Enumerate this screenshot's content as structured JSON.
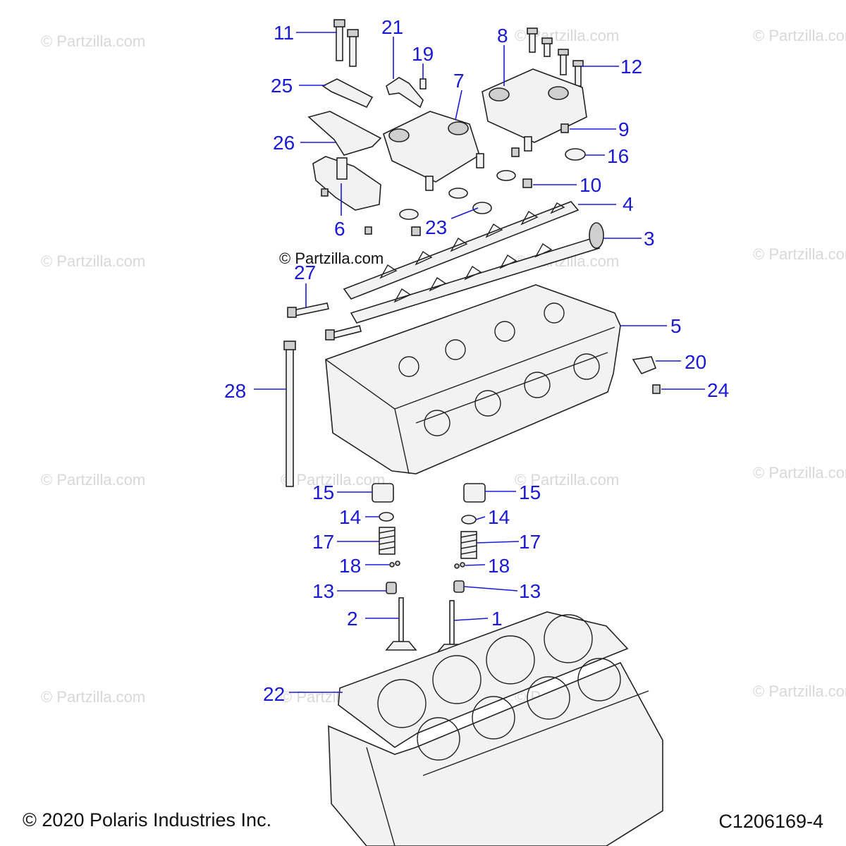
{
  "watermark": "© Partzilla.com",
  "main_watermark": "© Partzilla.com",
  "copyright": "© 2020 Polaris Industries Inc.",
  "diagram_code": "C1206169-4",
  "callouts": [
    "1",
    "2",
    "3",
    "4",
    "5",
    "6",
    "7",
    "8",
    "9",
    "10",
    "11",
    "12",
    "13",
    "13",
    "14",
    "14",
    "15",
    "15",
    "16",
    "17",
    "17",
    "18",
    "18",
    "19",
    "20",
    "21",
    "22",
    "23",
    "24",
    "25",
    "26",
    "27",
    "28"
  ],
  "colors": {
    "callout": "#1a1ad6",
    "watermark": "#d8d8d8"
  }
}
